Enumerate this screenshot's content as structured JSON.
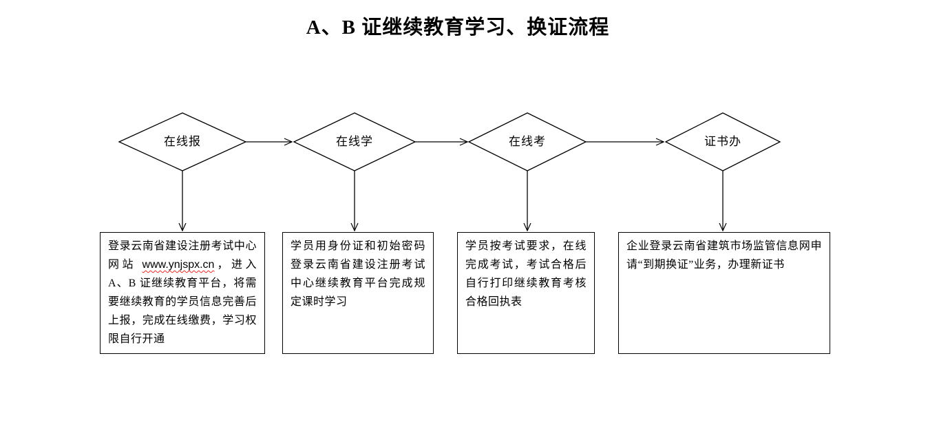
{
  "title": "A、B 证继续教育学习、换证流程",
  "colors": {
    "line": "#000000",
    "text": "#000000",
    "background": "#ffffff",
    "spellcheck_squiggle": "#e02b20"
  },
  "flow": {
    "diamonds": [
      {
        "label": "在线报"
      },
      {
        "label": "在线学"
      },
      {
        "label": "在线考"
      },
      {
        "label": "证书办"
      }
    ],
    "boxes": [
      {
        "text_before_url": "登录云南省建设注册考试中心网站 ",
        "url": "www.ynjspx.cn",
        "text_after_url": "，进入 A、B 证继续教育平台，将需要继续教育的学员信息完善后上报，完成在线缴费，学习权限自行开通"
      },
      {
        "text": "学员用身份证和初始密码登录云南省建设注册考试中心继续教育平台完成规定课时学习"
      },
      {
        "text": "学员按考试要求，在线完成考试，考试合格后自行打印继续教育考核合格回执表"
      },
      {
        "text": "企业登录云南省建筑市场监管信息网申请“到期换证”业务，办理新证书"
      }
    ]
  }
}
